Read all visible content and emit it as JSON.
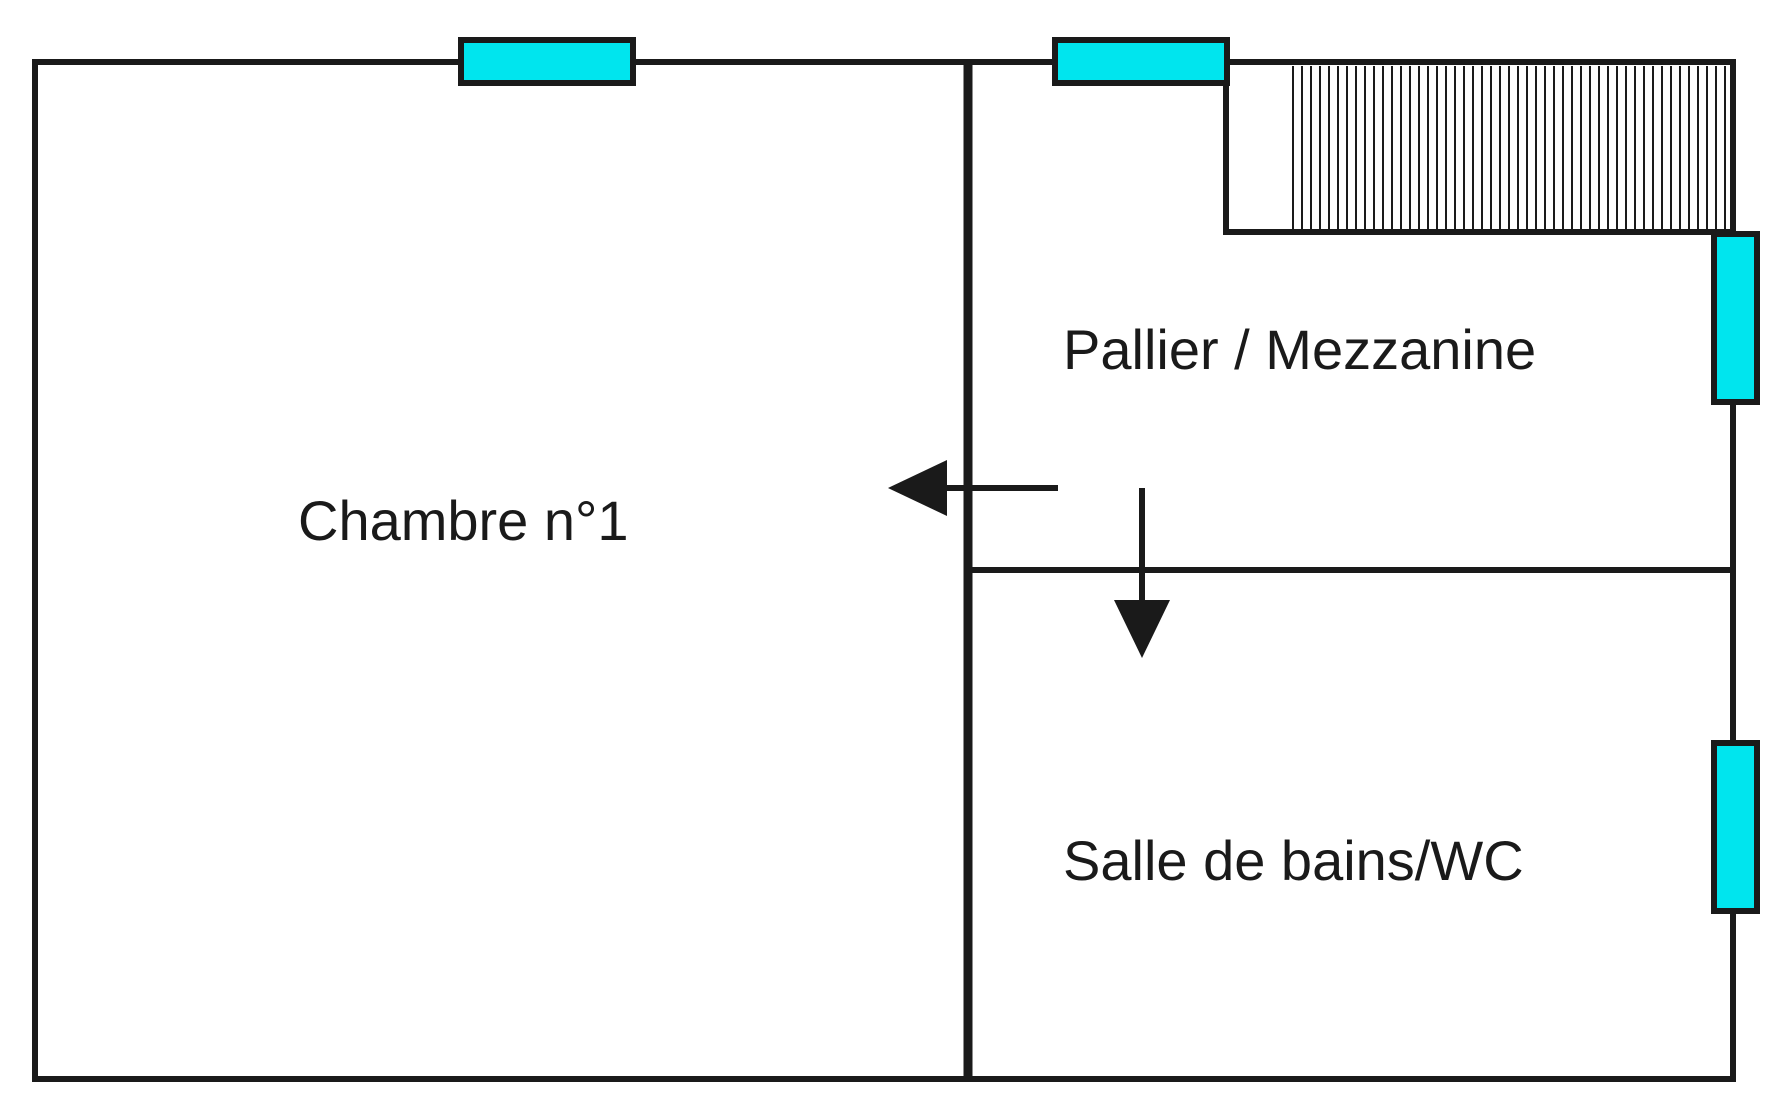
{
  "plan": {
    "rooms": [
      {
        "id": "chambre-1",
        "label": "Chambre n°1"
      },
      {
        "id": "pallier-mezzanine",
        "label": "Pallier / Mezzanine"
      },
      {
        "id": "salle-de-bains-wc",
        "label": "Salle de bains/WC"
      }
    ],
    "colors": {
      "wall": "#1a1a1a",
      "window_fill": "#00e5ee",
      "background": "#ffffff"
    }
  }
}
